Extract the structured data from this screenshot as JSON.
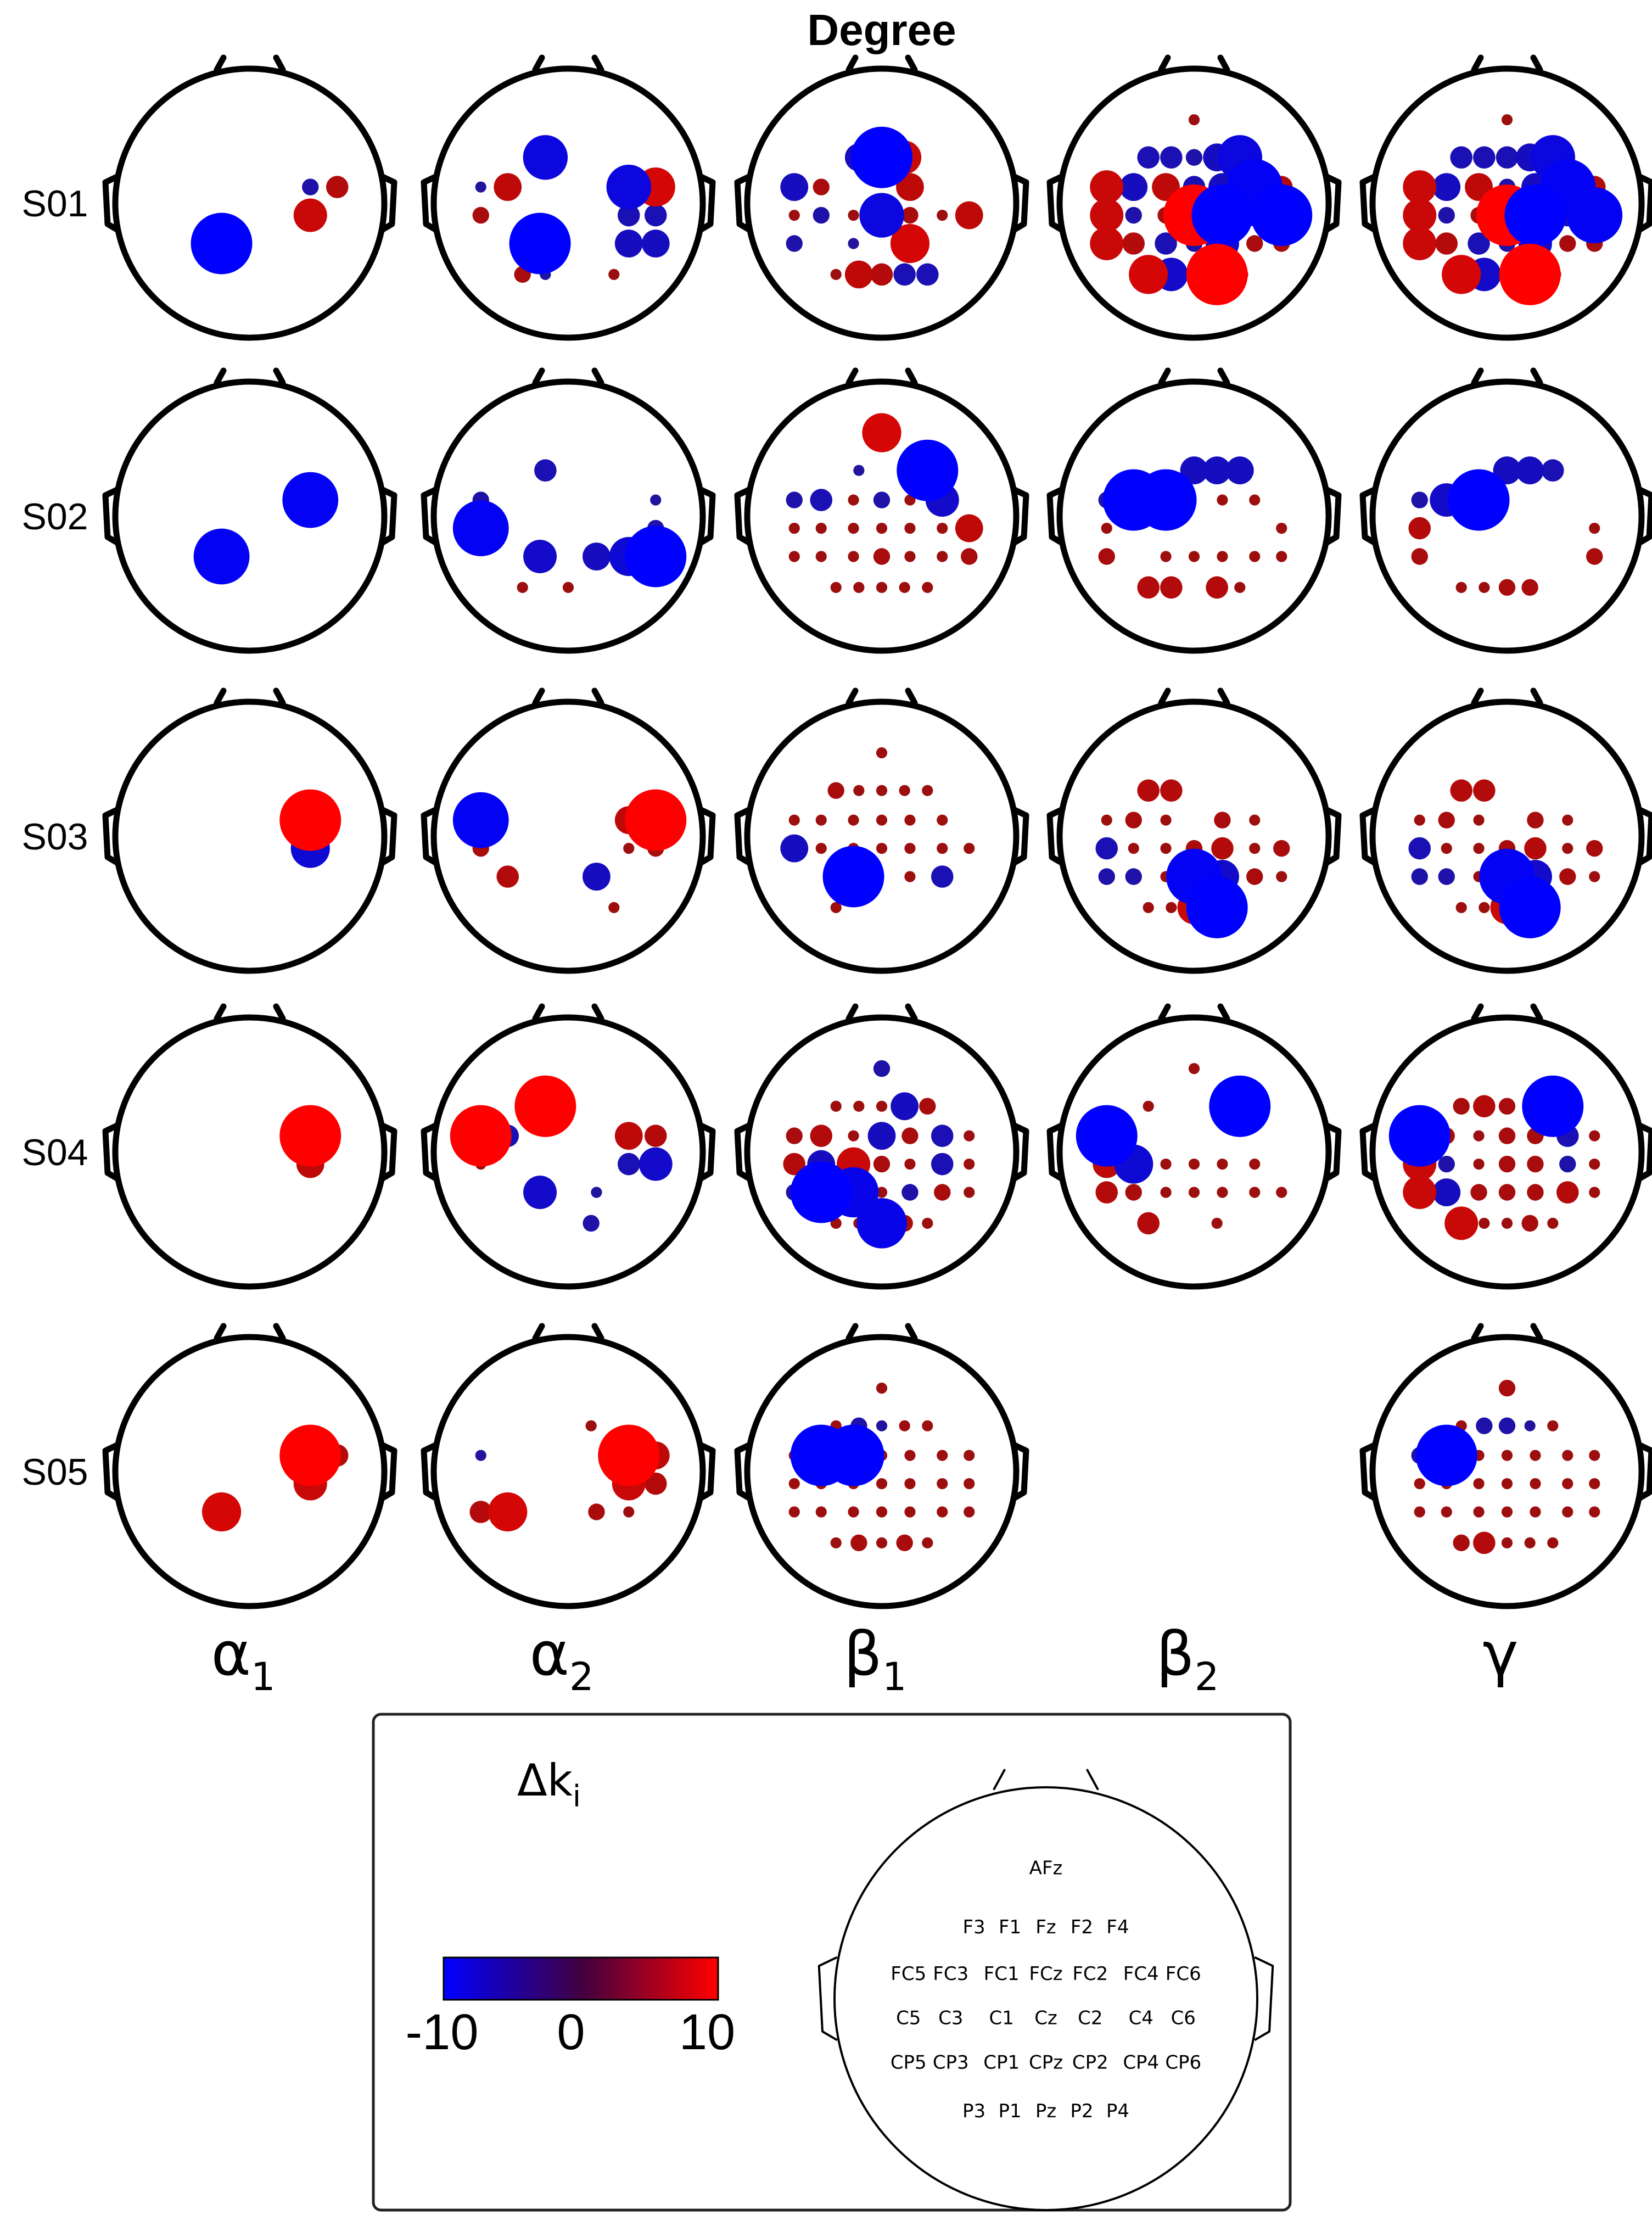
{
  "title": "Degree",
  "rows": [
    "S01",
    "S02",
    "S03",
    "S04",
    "S05"
  ],
  "bands": [
    {
      "base": "α",
      "sub": "1"
    },
    {
      "base": "α",
      "sub": "2"
    },
    {
      "base": "β",
      "sub": "1"
    },
    {
      "base": "β",
      "sub": "2"
    },
    {
      "base": "γ",
      "sub": ""
    }
  ],
  "colorbar": {
    "label_base": "Δk",
    "label_sub": "i",
    "min_label": "-10",
    "mid_label": "0",
    "max_label": "10",
    "range": [
      -10,
      10
    ],
    "low_color": "#0000ff",
    "mid_color": "#400040",
    "high_color": "#ff0000"
  },
  "electrode_labels": [
    "AFz",
    "F3",
    "F1",
    "Fz",
    "F2",
    "F4",
    "FC5",
    "FC3",
    "FC1",
    "FCz",
    "FC2",
    "FC4",
    "FC6",
    "C5",
    "C3",
    "C1",
    "Cz",
    "C2",
    "C4",
    "C6",
    "CP5",
    "CP3",
    "CP1",
    "CPz",
    "CP2",
    "CP4",
    "CP6",
    "P3",
    "P1",
    "Pz",
    "P2",
    "P4"
  ],
  "chart_data": {
    "type": "scatter",
    "description_of_values": "Degree change Δk per electrode, per subject and frequency band; sign gives colour, magnitude gives circle size",
    "panels": [
      {
        "subject": "S01",
        "band": "α1",
        "values": {
          "FC4": -2,
          "FC6": 3,
          "C4": 5,
          "CP1": -10
        }
      },
      {
        "subject": "S01",
        "band": "α2",
        "values": {
          "F1": -7,
          "FC5": -1,
          "FC3": 4,
          "FC4": -7,
          "FC6": 6,
          "C5": 2,
          "C4": -3,
          "C6": -3,
          "CP4": -4,
          "CP6": -4,
          "CP1": -10,
          "P3": 2,
          "P1": -1,
          "P4": 1
        }
      },
      {
        "subject": "S01",
        "band": "β1",
        "values": {
          "F1": -4,
          "Fz": -10,
          "F2": 5,
          "FC5": -4,
          "FC3": 2,
          "FC2": 4,
          "C5": 1,
          "C3": -2,
          "C1": 1,
          "Cz": -7,
          "C2": 2,
          "C4": 1,
          "C6": 4,
          "CP5": -2,
          "CP1": -1,
          "CP2": 6,
          "P3": 1,
          "P1": 4,
          "Pz": 3,
          "P2": -3,
          "P4": -3
        }
      },
      {
        "subject": "S01",
        "band": "β2",
        "values": {
          "AFz": 1,
          "F3": -3,
          "F1": -3,
          "Fz": -2,
          "F2": -4,
          "F4": -7,
          "FC5": 5,
          "FC3": -4,
          "FC1": 4,
          "FCz": -3,
          "FC2": -4,
          "FC4": -9,
          "FC6": 3,
          "C5": 5,
          "C3": -2,
          "C1": 2,
          "Cz": 10,
          "C2": -10,
          "C4": -3,
          "C6": -10,
          "CP5": 5,
          "CP3": 3,
          "CP1": -3,
          "CPz": -2,
          "CP2": -5,
          "CP4": 2,
          "CP6": 2,
          "P3": 6,
          "P1": -5,
          "Pz": 2,
          "P2": 10,
          "P4": 2
        }
      },
      {
        "subject": "S01",
        "band": "γ",
        "values": {
          "AFz": 1,
          "F3": -3,
          "F1": -3,
          "Fz": -3,
          "F2": -4,
          "F4": -7,
          "FC5": 5,
          "FC3": -4,
          "FC1": 4,
          "FCz": -2,
          "FC2": -4,
          "FC4": -9,
          "FC6": 3,
          "C5": 5,
          "C3": -2,
          "C1": 2,
          "Cz": 10,
          "C2": -10,
          "C4": -3,
          "C6": -9,
          "CP5": 5,
          "CP3": 3,
          "CP1": -3,
          "CPz": -2,
          "CP2": -5,
          "CP4": 2,
          "CP6": 2,
          "P3": 6,
          "P1": -5,
          "Pz": 2,
          "P2": 10,
          "P4": 2
        }
      },
      {
        "subject": "S02",
        "band": "α1",
        "values": {
          "FC4": -9,
          "CP1": -9
        }
      },
      {
        "subject": "S02",
        "band": "α2",
        "values": {
          "F1": -3,
          "FC5": -2,
          "FC6": -1,
          "C5": -9,
          "C6": -2,
          "CP1": -5,
          "CP2": -4,
          "CP4": -6,
          "CP6": -10,
          "P3": 1,
          "Pz": 1
        }
      },
      {
        "subject": "S02",
        "band": "β1",
        "values": {
          "AFz": 6,
          "F1": -1,
          "F2": 1,
          "F4": -10,
          "FC5": -2,
          "FC3": -3,
          "FC1": 1,
          "FCz": -2,
          "FC2": 1,
          "FC4": -5,
          "C5": 1,
          "C3": 1,
          "C1": 1,
          "Cz": 1,
          "C2": 1,
          "C4": 1,
          "C6": 4,
          "CP5": 1,
          "CP3": 1,
          "CP1": 1,
          "CPz": 2,
          "CP2": 1,
          "CP4": 1,
          "CP6": 2,
          "P3": 1,
          "P1": 1,
          "Pz": 1,
          "P2": 1,
          "P4": 1
        }
      },
      {
        "subject": "S02",
        "band": "β2",
        "values": {
          "Fz": -4,
          "F2": -4,
          "F4": -4,
          "FC5": -2,
          "FC3": -10,
          "FC1": -10,
          "FC2": 1,
          "FC4": 1,
          "C5": 1,
          "C6": 1,
          "CP5": 2,
          "CP1": 1,
          "CPz": 1,
          "CP2": 1,
          "CP4": 1,
          "CP6": 1,
          "P3": 3,
          "P1": 3,
          "P2": 3,
          "P4": 1
        }
      },
      {
        "subject": "S02",
        "band": "γ",
        "values": {
          "Fz": -4,
          "F2": -4,
          "F4": -3,
          "FC5": -2,
          "FC3": -5,
          "FC1": -10,
          "C5": 3,
          "C6": 1,
          "CP5": 2,
          "CP6": 2,
          "P3": 1,
          "P1": 1,
          "Pz": 2,
          "P2": 2
        }
      },
      {
        "subject": "S03",
        "band": "α1",
        "values": {
          "FC4": 10,
          "C4": -6
        }
      },
      {
        "subject": "S03",
        "band": "α2",
        "values": {
          "FC5": -9,
          "FC4": 4,
          "FC6": 10,
          "C5": 2,
          "C4": 1,
          "C6": 2,
          "CP3": 3,
          "CP2": -4,
          "P4": 1
        }
      },
      {
        "subject": "S03",
        "band": "β1",
        "values": {
          "AFz": 1,
          "F3": 2,
          "F1": 1,
          "Fz": 1,
          "F2": 1,
          "F4": 1,
          "FC5": 1,
          "FC3": 1,
          "FC1": 1,
          "FCz": 1,
          "FC2": 1,
          "FC4": 1,
          "C5": -4,
          "C3": 1,
          "C1": 1,
          "Cz": 1,
          "C2": 1,
          "C4": 1,
          "C6": 1,
          "CP1": -10,
          "CP2": 1,
          "CP4": -3,
          "P3": 1
        }
      },
      {
        "subject": "S03",
        "band": "β2",
        "values": {
          "F3": 3,
          "F1": 3,
          "FC5": 1,
          "FC3": 2,
          "FC1": 1,
          "FC2": 2,
          "FC4": 1,
          "C5": -3,
          "C3": 1,
          "C1": 1,
          "Cz": 2,
          "C2": 3,
          "C4": 1,
          "C6": 2,
          "CP5": -2,
          "CP3": -2,
          "CP1": 1,
          "CPz": -9,
          "CP2": -5,
          "CP4": 2,
          "CP6": 1,
          "P3": 1,
          "P1": 1,
          "Pz": 5,
          "P2": -10,
          "P4": 1
        }
      },
      {
        "subject": "S03",
        "band": "γ",
        "values": {
          "F3": 3,
          "F1": 3,
          "FC5": 1,
          "FC3": 2,
          "FC1": 1,
          "FC2": 2,
          "FC4": 1,
          "C5": -3,
          "C3": 1,
          "C1": 1,
          "Cz": 2,
          "C2": 3,
          "C4": 1,
          "C6": 2,
          "CP5": -2,
          "CP3": -2,
          "CP1": 1,
          "CPz": -9,
          "CP2": -5,
          "CP4": 2,
          "CP6": 1,
          "P3": 1,
          "P1": 1,
          "Pz": 5,
          "P2": -10,
          "P4": 1
        }
      },
      {
        "subject": "S04",
        "band": "α1",
        "values": {
          "FC4": 10,
          "C4": 4
        }
      },
      {
        "subject": "S04",
        "band": "α2",
        "values": {
          "F1": 10,
          "FC5": 10,
          "FC3": -3,
          "FC4": 4,
          "FC6": 3,
          "C5": 1,
          "C4": -3,
          "C6": -5,
          "CP1": -5,
          "CP2": -1,
          "P2": -2
        }
      },
      {
        "subject": "S04",
        "band": "β1",
        "values": {
          "AFz": -2,
          "F3": 1,
          "F1": 1,
          "Fz": 1,
          "F2": -4,
          "F4": 2,
          "FC5": 2,
          "FC3": 3,
          "FC1": 1,
          "FCz": -4,
          "FC2": 2,
          "FC4": -3,
          "FC6": 1,
          "C5": 3,
          "C3": -4,
          "C1": 5,
          "Cz": 2,
          "C2": 1,
          "C4": -3,
          "C6": 1,
          "CP5": -2,
          "CP3": -10,
          "CP1": -8,
          "CPz": 1,
          "CP2": -2,
          "CP4": 2,
          "CP6": 1,
          "P3": 1,
          "P1": 1,
          "Pz": -8,
          "P2": 2,
          "P4": 1
        }
      },
      {
        "subject": "S04",
        "band": "β2",
        "values": {
          "AFz": 1,
          "F3": 1,
          "F4": -10,
          "FC5": -10,
          "C5": 4,
          "C3": -6,
          "C1": 1,
          "Cz": 1,
          "C2": 1,
          "C4": 1,
          "CP5": 3,
          "CP3": 2,
          "CP1": 1,
          "CPz": 1,
          "CP2": 1,
          "CP4": 1,
          "CP6": 1,
          "P3": 3,
          "P2": 1
        }
      },
      {
        "subject": "S04",
        "band": "γ",
        "values": {
          "F3": 2,
          "F1": 3,
          "Fz": 2,
          "F2": 1,
          "F4": -10,
          "FC5": -10,
          "FC3": 2,
          "FC1": 1,
          "FCz": 2,
          "FC2": 2,
          "FC4": -3,
          "FC6": 1,
          "C5": 5,
          "C3": -2,
          "C1": 1,
          "Cz": 2,
          "C2": 2,
          "C4": -2,
          "C6": 1,
          "CP5": 5,
          "CP3": -4,
          "CP1": 2,
          "CPz": 2,
          "CP2": 2,
          "CP4": 3,
          "CP6": 1,
          "P3": 5,
          "P1": 1,
          "Pz": 1,
          "P2": 2,
          "P4": 1
        }
      },
      {
        "subject": "S05",
        "band": "α1",
        "values": {
          "FC4": 10,
          "FC6": 3,
          "C4": 5,
          "CP1": 6
        }
      },
      {
        "subject": "S05",
        "band": "α2",
        "values": {
          "F2": 1,
          "FC5": -1,
          "FC4": 10,
          "FC6": 4,
          "C4": 5,
          "C6": 3,
          "CP5": 3,
          "CP3": 6,
          "CP2": 2,
          "CP4": 1
        }
      },
      {
        "subject": "S05",
        "band": "β1",
        "values": {
          "AFz": 1,
          "F3": 1,
          "F1": -2,
          "Fz": -1,
          "F2": 1,
          "F4": 1,
          "FC5": 1,
          "FC3": -10,
          "FC1": -10,
          "FCz": 1,
          "FC2": 1,
          "FC4": 1,
          "FC6": 1,
          "C5": 1,
          "C3": 1,
          "C1": 1,
          "Cz": 1,
          "C2": 1,
          "C4": 1,
          "C6": 1,
          "CP5": 1,
          "CP3": 1,
          "CP1": 1,
          "CPz": 1,
          "CP2": 1,
          "CP4": 1,
          "CP6": 1,
          "P3": 1,
          "P1": 2,
          "Pz": 1,
          "P2": 2,
          "P4": 1
        }
      },
      {
        "subject": "S05",
        "band": "γ",
        "values": {
          "AFz": 2,
          "F3": 1,
          "F1": -2,
          "Fz": -2,
          "F2": -1,
          "F4": 1,
          "FC5": -2,
          "FC3": -10,
          "FC1": 1,
          "FCz": 1,
          "FC2": 1,
          "FC4": 1,
          "FC6": 1,
          "C5": 1,
          "C3": 1,
          "C1": 1,
          "Cz": 1,
          "C2": 1,
          "C4": 1,
          "C6": 1,
          "CP5": 1,
          "CP3": 1,
          "CP1": 1,
          "CPz": 1,
          "CP2": 1,
          "CP4": 1,
          "CP6": 1,
          "P3": 2,
          "P1": 3,
          "Pz": 1,
          "P2": 1,
          "P4": 1
        }
      }
    ]
  }
}
